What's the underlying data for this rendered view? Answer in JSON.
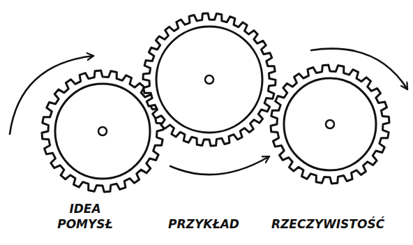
{
  "diagram": {
    "nodes": [
      {
        "text": [
          "IDEA POMYSŁ"
        ]
      },
      {
        "text": [
          "PRZYKŁAD"
        ]
      },
      {
        "text": [
          "RZECZYWISTOŚĆ"
        ]
      }
    ]
  }
}
